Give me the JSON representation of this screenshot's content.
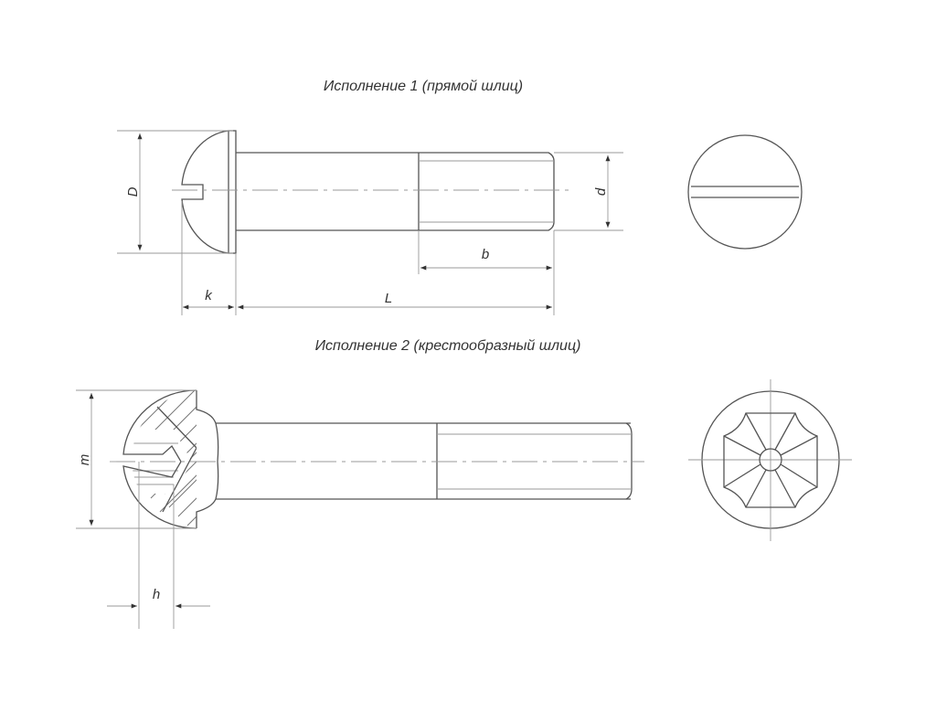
{
  "titles": {
    "variant1": "Исполнение 1 (прямой шлиц)",
    "variant2": "Исполнение 2 (крестообразный шлиц)"
  },
  "dimensions": {
    "D": "D",
    "d": "d",
    "b": "b",
    "k": "k",
    "L": "L",
    "m": "m",
    "h": "h"
  }
}
